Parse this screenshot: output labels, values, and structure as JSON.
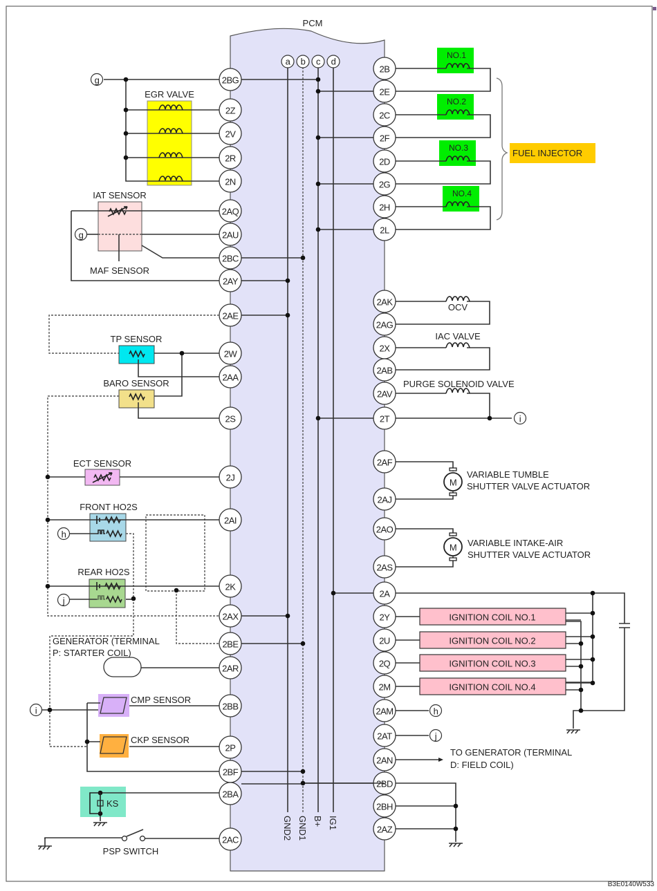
{
  "title": "PCM",
  "footer_code": "B3E0140W533",
  "colors": {
    "pcm_fill": "#e2e2f8",
    "egr_fill": "#ffff00",
    "injector_fill": "#00ee00",
    "fuel_injector_label_fill": "#ffcc00",
    "iat_maf_fill": "#fddede",
    "tp_fill": "#00e8f0",
    "baro_fill": "#f2e08a",
    "ect_fill": "#f2b8f2",
    "front_ho2s_fill": "#a8d8e8",
    "rear_ho2s_fill": "#a8d890",
    "cmp_fill": "#d8b0f8",
    "ckp_fill": "#ffb040",
    "ks_fill": "#80e8c8",
    "ignition_coil_fill": "#ffc0cc"
  },
  "bus_terminals": [
    {
      "id": "a",
      "label": "GND2"
    },
    {
      "id": "b",
      "label": "GND1"
    },
    {
      "id": "c",
      "label": "B+"
    },
    {
      "id": "d",
      "label": "IG1"
    }
  ],
  "left_pins": [
    "2BG",
    "2Z",
    "2V",
    "2R",
    "2N",
    "2AQ",
    "2AU",
    "2BC",
    "2AY",
    "2AE",
    "2W",
    "2AA",
    "2S",
    "2J",
    "2AI",
    "2K",
    "2AX",
    "2BE",
    "2AR",
    "2BB",
    "2P",
    "2BF",
    "2BA",
    "2AC"
  ],
  "right_pins": [
    "2B",
    "2E",
    "2C",
    "2F",
    "2D",
    "2G",
    "2H",
    "2L",
    "2AK",
    "2AG",
    "2X",
    "2AB",
    "2AV",
    "2T",
    "2AF",
    "2AJ",
    "2AO",
    "2AS",
    "2A",
    "2Y",
    "2U",
    "2Q",
    "2M",
    "2AM",
    "2AT",
    "2AN",
    "2BD",
    "2BH",
    "2AZ"
  ],
  "connectors": {
    "g": "g",
    "h": "h",
    "i": "i",
    "j": "j"
  },
  "components": {
    "egr_valve": "EGR VALVE",
    "iat_sensor": "IAT SENSOR",
    "maf_sensor": "MAF SENSOR",
    "tp_sensor": "TP SENSOR",
    "baro_sensor": "BARO SENSOR",
    "ect_sensor": "ECT SENSOR",
    "front_ho2s": "FRONT HO2S",
    "rear_ho2s": "REAR HO2S",
    "generator_p_line1": "GENERATOR (TERMINAL",
    "generator_p_line2": "P: STARTER COIL)",
    "cmp_sensor": "CMP SENSOR",
    "ckp_sensor": "CKP SENSOR",
    "ks": "KS",
    "psp_switch": "PSP SWITCH",
    "injectors": [
      "NO.1",
      "NO.2",
      "NO.3",
      "NO.4"
    ],
    "fuel_injector": "FUEL INJECTOR",
    "ocv": "OCV",
    "iac_valve": "IAC VALVE",
    "purge_solenoid_valve": "PURGE SOLENOID VALVE",
    "vts_line1": "VARIABLE TUMBLE",
    "vts_line2": "SHUTTER VALVE ACTUATOR",
    "vis_line1": "VARIABLE INTAKE-AIR",
    "vis_line2": "SHUTTER VALVE ACTUATOR",
    "motor_symbol": "M",
    "ignition_coils": [
      "IGNITION COIL NO.1",
      "IGNITION COIL NO.2",
      "IGNITION COIL NO.3",
      "IGNITION COIL NO.4"
    ],
    "to_generator_d_line1": "TO GENERATOR (TERMINAL",
    "to_generator_d_line2": "D: FIELD COIL)"
  }
}
